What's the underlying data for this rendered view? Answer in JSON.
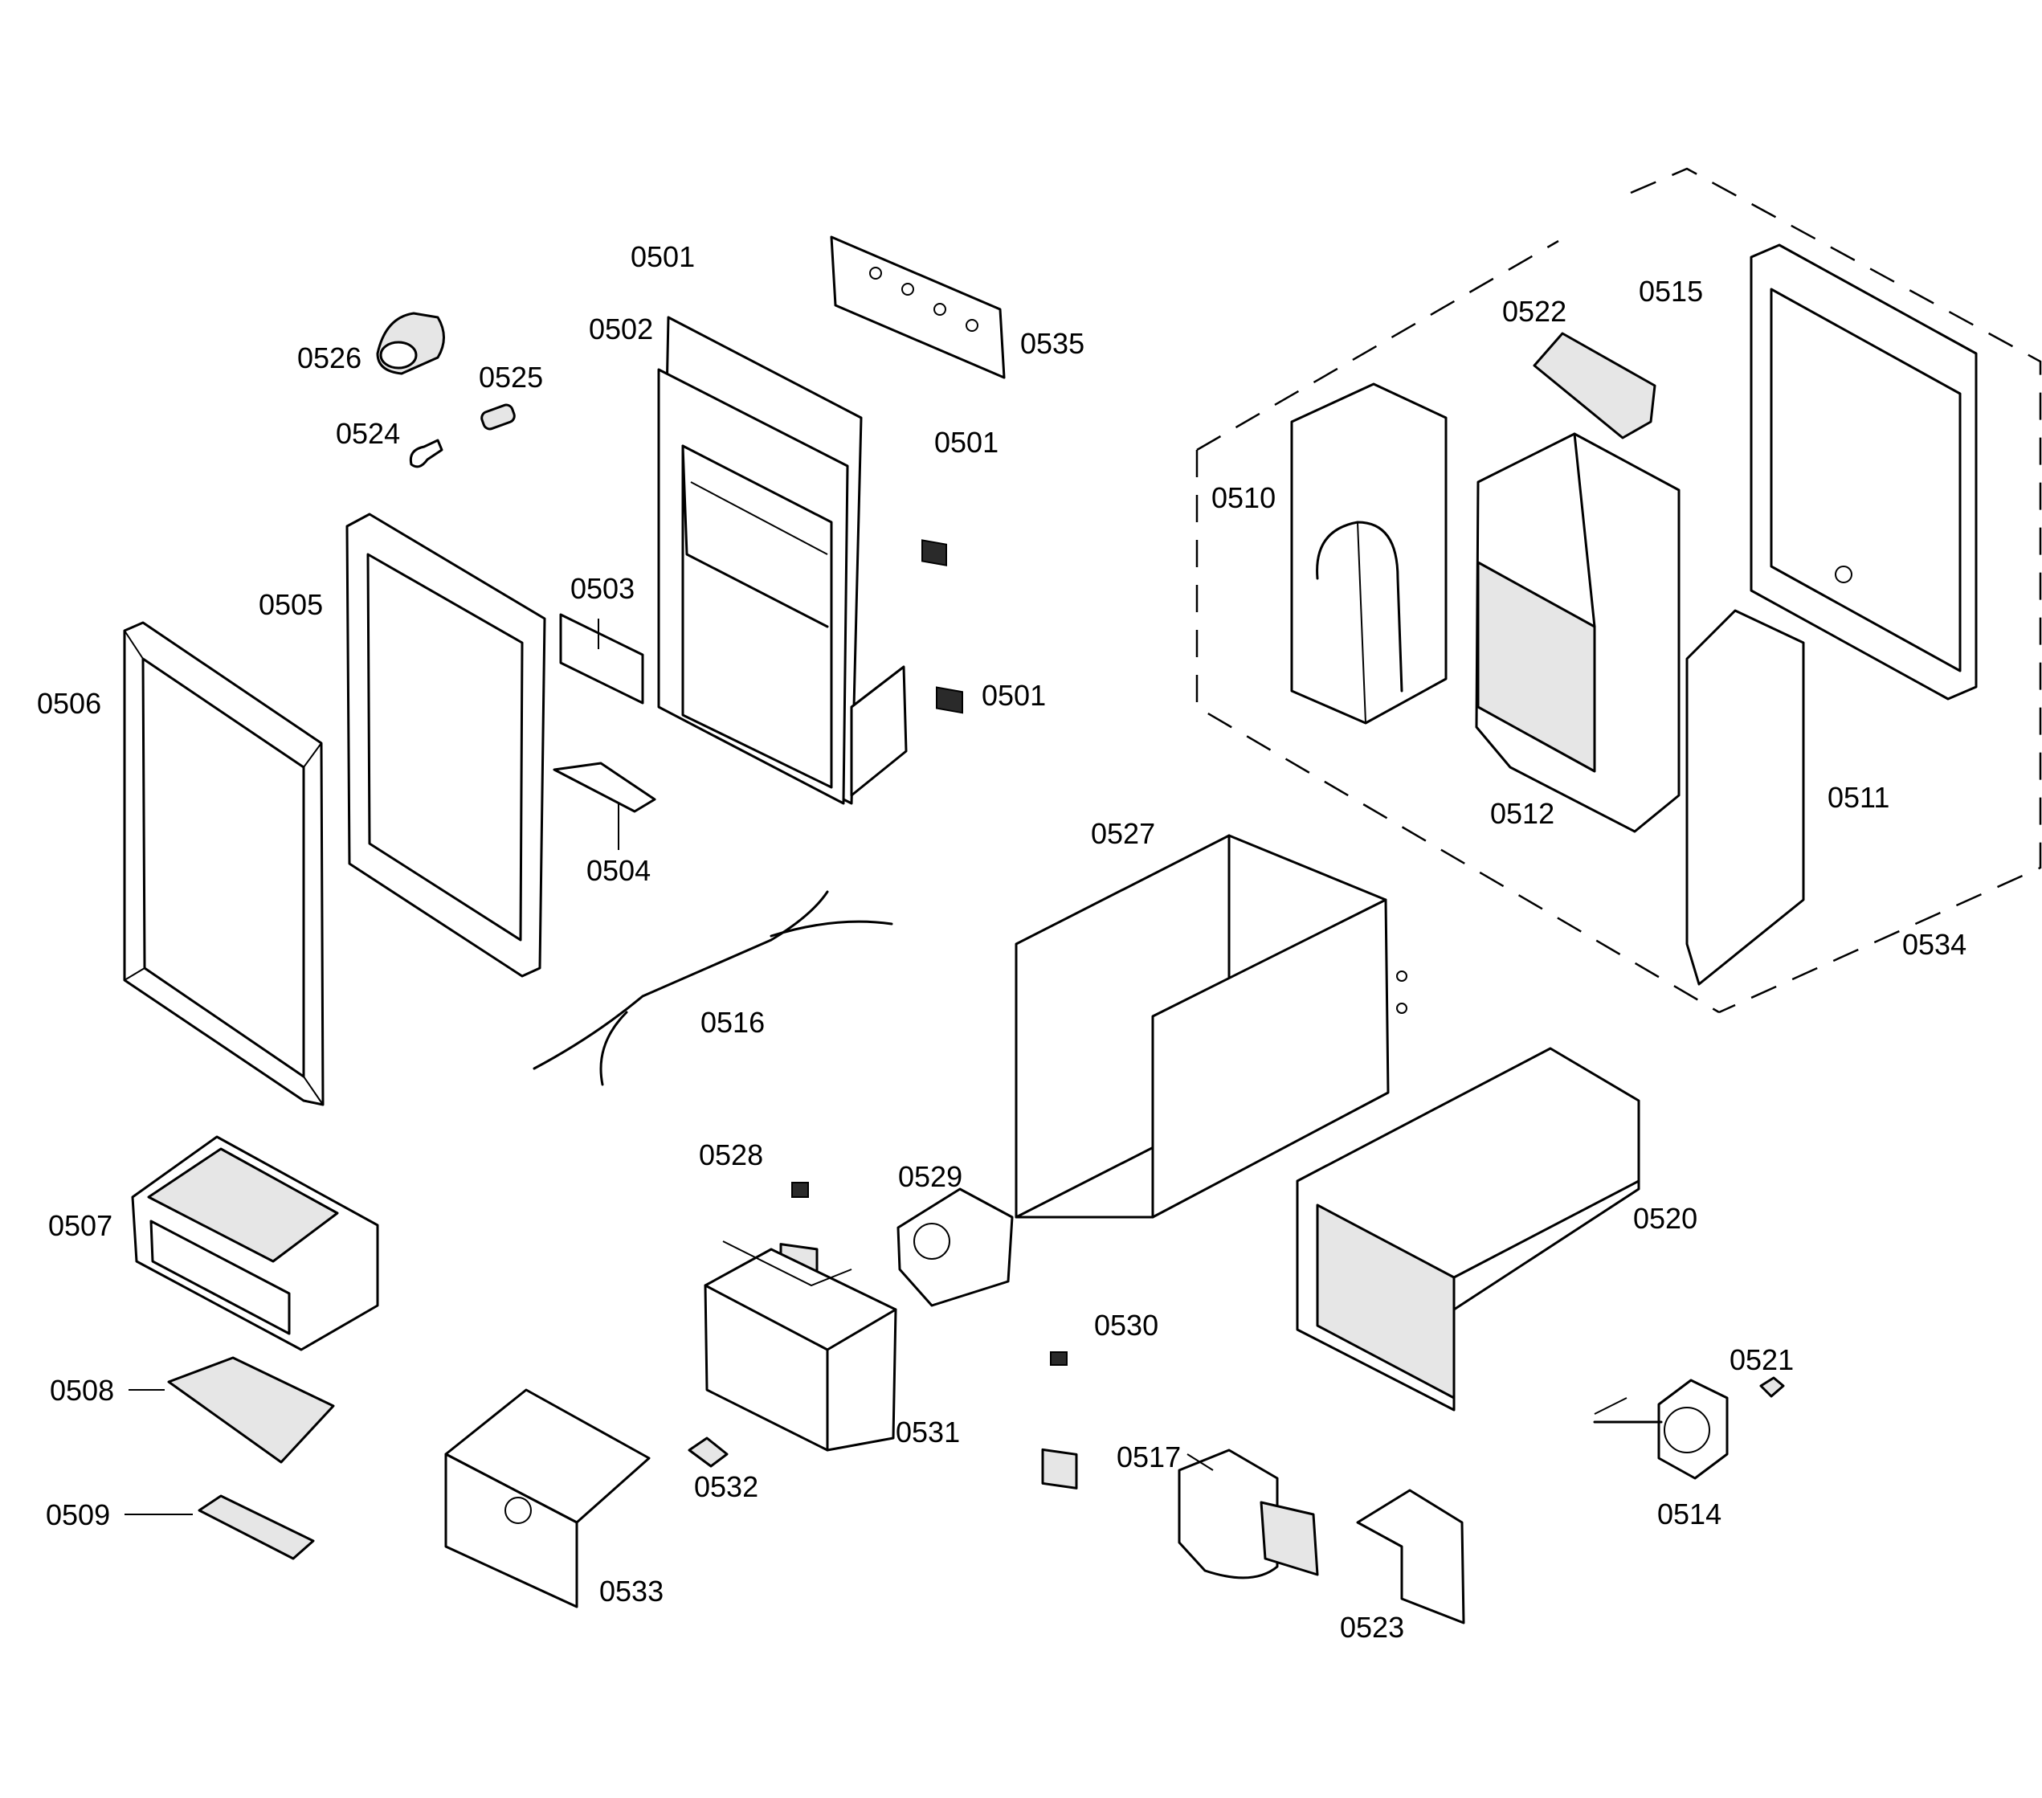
{
  "labels": {
    "l0501a": "0501",
    "l0501b": "0501",
    "l0501c": "0501",
    "l0502": "0502",
    "l0503": "0503",
    "l0504": "0504",
    "l0505": "0505",
    "l0506": "0506",
    "l0507": "0507",
    "l0508": "0508",
    "l0509": "0509",
    "l0510": "0510",
    "l0511": "0511",
    "l0512": "0512",
    "l0514": "0514",
    "l0515": "0515",
    "l0516": "0516",
    "l0517": "0517",
    "l0520": "0520",
    "l0521": "0521",
    "l0522": "0522",
    "l0523": "0523",
    "l0524": "0524",
    "l0525": "0525",
    "l0526": "0526",
    "l0527": "0527",
    "l0528": "0528",
    "l0529": "0529",
    "l0530": "0530",
    "l0531": "0531",
    "l0532": "0532",
    "l0533": "0533",
    "l0534": "0534",
    "l0535": "0535"
  }
}
